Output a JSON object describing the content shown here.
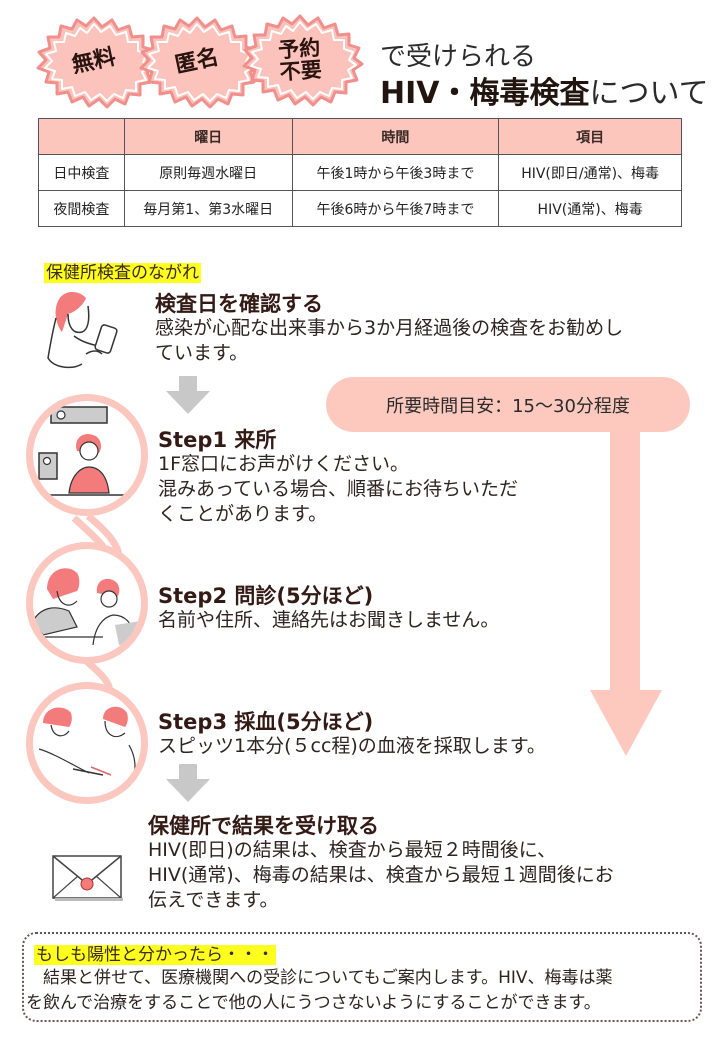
{
  "header": {
    "badges": [
      {
        "lines": [
          "無料"
        ]
      },
      {
        "lines": [
          "匿名"
        ]
      },
      {
        "lines": [
          "予約",
          "不要"
        ]
      }
    ],
    "title_line1": "で受けられる",
    "title_line2_bold": "HIV・梅毒検査",
    "title_line2_rest": "について",
    "badge_fill": "#fbc3bb",
    "badge_stroke": "#f08f8c"
  },
  "schedule_table": {
    "headers": [
      "",
      "曜日",
      "時間",
      "項目"
    ],
    "rows": [
      [
        "日中検査",
        "原則毎週水曜日",
        "午後1時から午後3時まで",
        "HIV(即日/通常)、梅毒"
      ],
      [
        "夜間検査",
        "毎月第1、第3水曜日",
        "午後6時から午後7時まで",
        "HIV(通常)、梅毒"
      ]
    ],
    "header_bg": "#fdc6bd"
  },
  "flow": {
    "section_label": "保健所検査のながれ",
    "duration_pill": "所要時間目安：15～30分程度",
    "steps": [
      {
        "title": "検査日を確認する",
        "body": [
          "感染が心配な出来事から3か月経過後の検査をお勧めし",
          "ています。"
        ]
      },
      {
        "title": "Step1 来所",
        "body": [
          "1F窓口にお声がけください。",
          "混みあっている場合、順番にお待ちいただ",
          "くことがあります。"
        ]
      },
      {
        "title": "Step2 問診(5分ほど)",
        "body": [
          "名前や住所、連絡先はお聞きしません。"
        ]
      },
      {
        "title": "Step3 採血(5分ほど)",
        "body": [
          "スピッツ1本分(５cc程)の血液を採取します。"
        ]
      },
      {
        "title": "保健所で結果を受け取る",
        "body": [
          "HIV(即日)の結果は、検査から最短２時間後に、",
          "HIV(通常)、梅毒の結果は、検査から最短１週間後にお",
          "伝えできます。"
        ]
      }
    ],
    "accent_pink": "#fdc9bf",
    "arrow_gray": "#c8c8c8"
  },
  "notice": {
    "title": "もしも陽性と分かったら・・・",
    "body_line1": "　結果と併せて、医療機関への受診についてもご案内します。HIV、梅毒は薬",
    "body_line2": "を飲んで治療をすることで他の人にうつさないようにすることができます。",
    "highlight": "#ffff1e"
  }
}
